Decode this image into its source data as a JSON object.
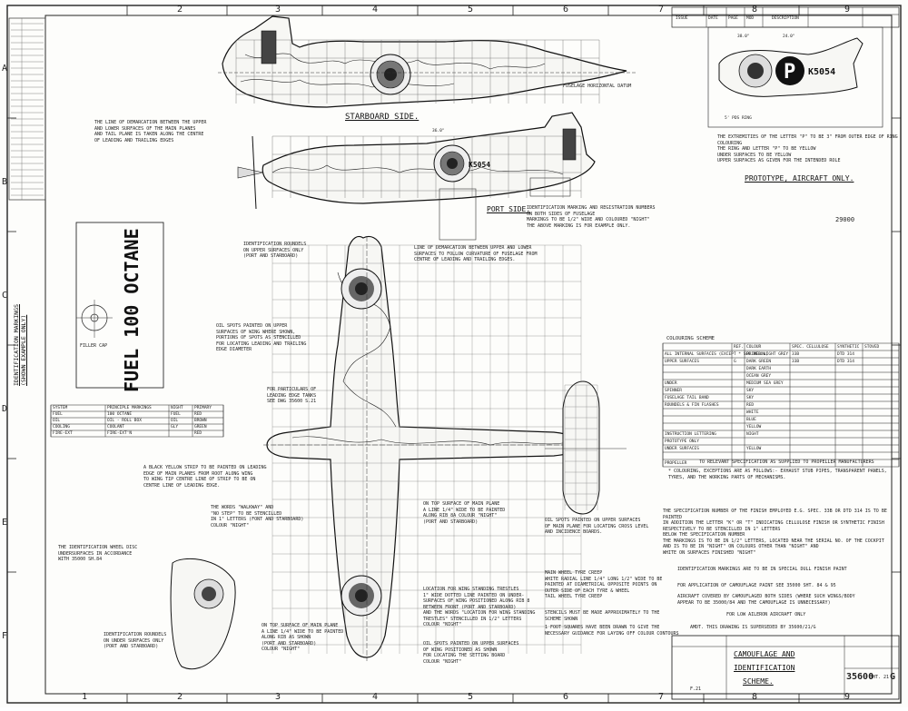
{
  "grid": {
    "top_numbers": [
      "2",
      "3",
      "4",
      "5",
      "6",
      "7",
      "8",
      "9"
    ],
    "bottom_numbers": [
      "1",
      "2",
      "3",
      "4",
      "5",
      "6",
      "7",
      "8",
      "9"
    ],
    "left_letters": [
      "A",
      "B",
      "C",
      "D",
      "E",
      "F"
    ]
  },
  "views": {
    "starboard_side": "STARBOARD SIDE.",
    "port_side": "PORT SIDE.",
    "prototype": "PROTOTYPE, AIRCRAFT ONLY.",
    "fuselage_datum": "FUSELAGE HORIZONTAL DATUM",
    "identification_markings": "IDENTIFICATION MARKINGS\n(SHOWN EXAMPLE ONLY)",
    "colouring_scheme": "COLOURING SCHEME"
  },
  "markings": {
    "serial": "K5054",
    "prototype_letter": "P",
    "port_code": "K5054",
    "drawing_ref_small": "29000",
    "fuel_stencil": "FUEL 100 OCTANE",
    "filler_cap": "FILLER CAP"
  },
  "title_block": {
    "title_line1": "CAMOUFLAGE AND",
    "title_line2": "IDENTIFICATION",
    "title_line3": "SCHEME.",
    "drawing_no": "35600",
    "sheet": "SHT. 21",
    "issue": "G",
    "scale": "F.21"
  },
  "notes": {
    "demarcation": "THE LINE OF DEMARCATION BETWEEN THE UPPER\nAND LOWER SURFACES OF THE MAIN PLANES\nAND TAIL PLANE IS TAKEN ALONG THE CENTRE\nOF LEADING AND TRAILING EDGES",
    "prototype_note": "THE EXTREMITIES OF THE LETTER \"P\" TO BE 3\" FROM OUTER EDGE OF RING\nCOLOURING\nTHE RING AND LETTER \"P\" TO BE YELLOW\nUNDER SURFACES TO BE YELLOW\nUPPER SURFACES AS GIVEN FOR THE INTENDED ROLE",
    "port_id": "IDENTIFICATION MARKING AND REGISTRATION NUMBERS\nON BOTH SIDES OF FUSELAGE\nMARKINGS TO BE 1/2\" WIDE AND COLOURED \"NIGHT\"\nTHE ABOVE MARKING IS FOR EXAMPLE ONLY.",
    "lower_demarc": "LINE OF DEMARCATION BETWEEN UPPER AND LOWER\nSURFACES TO FOLLOW CURVATURE OF FUSELAGE FROM\nCENTRE OF LEADING AND TRAILING EDGES.",
    "roundels_upper": "IDENTIFICATION ROUNDELS\nON UPPER SURFACES ONLY\n(PORT AND STARBOARD)",
    "oil_spots": "OIL SPOTS PAINTED ON UPPER\nSURFACES OF WING WHERE SHOWN,\nPORTIONS OF SPOTS AS STENCILLED\nFOR LOCATING LEADING AND TRAILING\nEDGE DIAMETER",
    "leading_tanks": "FOR PARTICULARS OF\nLEADING EDGE TANKS\nSEE DWG 35600 S.21",
    "black_strip": "A BLACK YELLOW STRIP TO BE PAINTED ON LEADING\nEDGE OF MAIN PLANES FROM ROOT ALONG WING\nTO WING TIP CENTRE LINE OF STRIP TO BE ON\nCENTRE LINE OF LEADING EDGE.",
    "stencil_words": "THE WORDS \"WALKWAY\" AND\n\"NO STEP\" TO BE STENCILLED\nIN 1\" LETTERS (FONT AND STARBOARD)\nCOLOUR \"NIGHT\"",
    "top_surface": "ON TOP SURFACE OF MAIN PLANE\nA LINE 1/4\" WIDE TO BE PAINTED\nALONG RIB 8A COLOUR \"NIGHT\"\n(PORT AND STARBOARD)",
    "identification_roundels_under": "IDENTIFICATION ROUNDELS\nON UNDER SURFACES ONLY\n(PORT AND STARBOARD)",
    "ident_under_note": "THE IDENTIFICATION WHEEL DISC\nUNDERSURFACES IN ACCORDANCE\nWITH 35000 SH.84",
    "location_trestles": "LOCATION FOR WING STANDING TRESTLES\n1\" WIDE DOTTED LINE PAINTED ON UNDER-\nSURFACES OF WING POSITIONED ALONG RIB 8\nBETWEEN FRONT (PORT AND STARBOARD)\nAND THE WORDS \"LOCATION FOR WING STANDING\nTRESTLES\" STENCILLED IN 1/2\" LETTERS\nCOLOUR \"NIGHT\"",
    "oil_spots_lower": "OIL SPOTS PAINTED ON UPPER SURFACES\nOF MAIN PLANE FOR LOCATING CROSS LEVEL\nAND INCIDENCE BOARDS.",
    "main_wheel": "MAIN WHEEL TYRE CREEP\nWHITE RADIAL LINE 1/4\" LONG 1/2\" WIDE TO BE\nPAINTED AT DIAMETRICAL OPPOSITE POINTS ON\nOUTER SIDE OF EACH TYRE & WHEEL\nTAIL WHEEL TYRE CREEP",
    "stencils_mark": "STENCILS MUST BE MADE APPROXIMATELY TO THE\nSCHEME SHOWN",
    "squares_note": "1 FOOT SQUARES HAVE BEEN DRAWN TO GIVE THE\nNECESSARY GUIDANCE FOR LAYING OFF COLOUR CONTOURS",
    "top_surface_lower": "ON TOP SURFACE OF MAIN PLANE\nA LINE 1/4\" WIDE TO BE PAINTED\nALONG RIB AS SHOWN\n(PORT AND STARBOARD)\nCOLOUR \"NIGHT\"",
    "oil_spots_upper2": "OIL SPOTS PAINTED ON UPPER SURFACES\nOF WING POSITIONED AS SHOWN\nFOR LOCATING THE SETTING BOARD\nCOLOUR \"NIGHT\"",
    "identification_note": "IDENTIFICATION MARKINGS ARE TO BE IN SPECIAL DULL FINISH PAINT",
    "application_note": "FOR APPLICATION OF CAMOUFLAGE PAINT SEE 35000 SHT. 84 & 95",
    "aircraft_covered": "AIRCRAFT COVERED BY CAMOUFLAGED BOTH SIDES (WHERE SUCH WINGS/BODY\nAPPEAR TO BE 35000/84 AND THE CAMOUFLAGE IS UNNECESSARY)",
    "low_aileron": "FOR LOW AILERON AIRCRAFT ONLY",
    "amdt": "AMDT. THIS DRAWING IS SUPERSEDED BY 35600/21/G",
    "colouring_footnote": "TO RELEVANT SPECIFICATION AS SUPPLIED TO PROPELLER MANUFACTURERS",
    "colouring_exceptions": "* COLOURING, EXCEPTIONS ARE AS FOLLOWS:- EXHAUST STUB PIPES, TRANSPARENT PANELS,\nTYRES, AND THE WORKING PARTS OF MECHANISMS.",
    "note_specification": "THE SPECIFICATION NUMBER OF THE FINISH EMPLOYED E.G. SPEC. 33B OR DTD 314 IS TO BE PAINTED\nIN ADDITION THE LETTER \"K\" OR \"T\" INDICATING CELLULOSE FINISH OR SYNTHETIC FINISH\nRESPECTIVELY TO BE STENCILLED IN 1\" LETTERS\nBELOW THE SPECIFICATION NUMBER\nTHE MARKINGS IS TO BE IN 1/2\" LETTERS, LOCATED NEAR THE SERIAL NO. OF THE COCKPIT\nAND IS TO BE IN \"NIGHT\" ON COLOURS OTHER THAN \"NIGHT\" AND\nWHITE ON SURFACES FINISHED \"NIGHT\""
  },
  "system_table": {
    "headers": [
      "SYSTEM",
      "PRINCIPLE MARKINGS",
      "NIGHT",
      "PRIMARY"
    ],
    "rows": [
      [
        "FUEL",
        "100 OCTANE",
        "FUEL",
        "RED"
      ],
      [
        "OIL",
        "OIL - ROLL BOX",
        "OIL",
        "BROWN"
      ],
      [
        "COOLING",
        "COOLANT",
        "GLY",
        "GREEN"
      ],
      [
        "FIRE-EXT",
        "FIRE-EXT'N",
        "",
        "RED"
      ]
    ]
  },
  "colour_table": {
    "headers": [
      "",
      "REF.",
      "COLOUR",
      "SPEC. CELLULOSE",
      "SYNTHETIC",
      "STOVED"
    ],
    "rows": [
      [
        "ALL INTERNAL SURFACES (EXCEPT * SEE BELOW)",
        "",
        "PRIMER LIGHT GREY",
        "33B",
        "DTD 314",
        ""
      ],
      [
        "UPPER SURFACES",
        "G",
        "DARK GREEN",
        "33B",
        "DTD 314",
        ""
      ],
      [
        "",
        "",
        "DARK EARTH",
        "",
        "",
        ""
      ],
      [
        "",
        "",
        "OCEAN GREY",
        "",
        "",
        ""
      ],
      [
        "UNDER",
        "",
        "MEDIUM SEA GREY",
        "",
        "",
        ""
      ],
      [
        "SPINNER",
        "",
        "SKY",
        "",
        "",
        ""
      ],
      [
        "FUSELAGE TAIL BAND",
        "",
        "SKY",
        "",
        "",
        ""
      ],
      [
        "ROUNDELS & FIN FLASHES",
        "",
        "RED",
        "",
        "",
        ""
      ],
      [
        "",
        "",
        "WHITE",
        "",
        "",
        ""
      ],
      [
        "",
        "",
        "BLUE",
        "",
        "",
        ""
      ],
      [
        "",
        "",
        "YELLOW",
        "",
        "",
        ""
      ],
      [
        "INSTRUCTION LETTERING",
        "",
        "NIGHT",
        "",
        "",
        ""
      ],
      [
        "PROTOTYPE ONLY",
        "",
        "",
        "",
        "",
        ""
      ],
      [
        "UNDER SURFACES",
        "",
        "YELLOW",
        "",
        "",
        ""
      ],
      [
        "",
        "",
        "",
        "",
        "",
        ""
      ],
      [
        "PROPELLER",
        "",
        "",
        "",
        "",
        ""
      ]
    ]
  },
  "revision_block": {
    "headers": [
      "ISSUE",
      "DATE",
      "PAGE",
      "MOD",
      "DESCRIPTION"
    ]
  },
  "dims": {
    "d1": "38.0\"",
    "d2": "24.0\"",
    "d3": "36.0\"",
    "d4": "5' PDS RING"
  },
  "colours": {
    "ink": "#1a1a1a",
    "paper": "#fdfdfb",
    "grid_line": "#555555"
  }
}
